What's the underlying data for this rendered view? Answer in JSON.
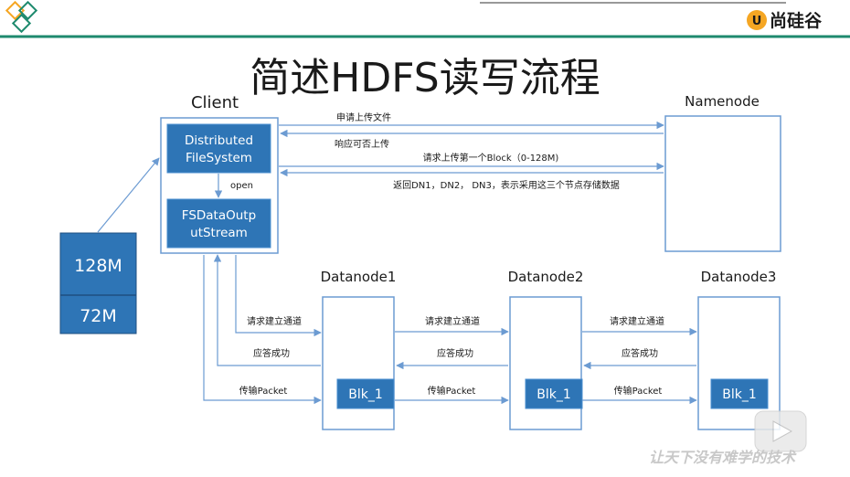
{
  "title": "简述HDFS读写流程",
  "brand": {
    "name": "尚硅谷",
    "accent": "#1e8a6e",
    "logo_bg": "#f5a623"
  },
  "colors": {
    "line": "#2e75b6",
    "arrow": "#6c9bd2",
    "inner_box": "#2e75b6",
    "header_line": "#1e8a6e"
  },
  "nodes": {
    "client": "Client",
    "namenode": "Namenode",
    "dn1": "Datanode1",
    "dn2": "Datanode2",
    "dn3": "Datanode3"
  },
  "client_boxes": {
    "dfs": [
      "Distributed",
      "FileSystem"
    ],
    "fsdos": [
      "FSDataOutp",
      "utStream"
    ]
  },
  "file_blocks": [
    "128M",
    "72M"
  ],
  "blk_label": "Blk_1",
  "open_label": "open",
  "namenode_msgs": {
    "m1": "申请上传文件",
    "m2": "响应可否上传",
    "m3": "请求上传第一个Block（0-128M)",
    "m4": "返回DN1，DN2， DN3，表示采用这三个节点存储数据"
  },
  "pipeline_msgs": {
    "request": "请求建立通道",
    "ack": "应答成功",
    "packet": "传输Packet"
  },
  "watermark": "让天下没有难学的技术"
}
